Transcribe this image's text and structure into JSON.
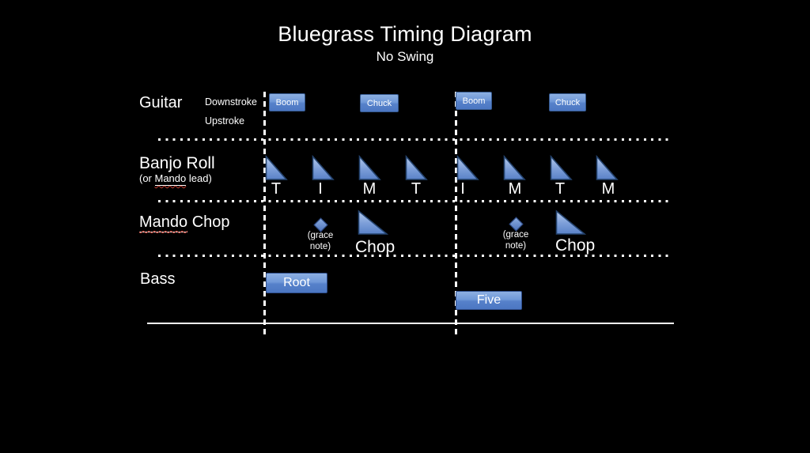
{
  "title": "Bluegrass Timing Diagram",
  "subtitle": "No Swing",
  "colors": {
    "background": "#000000",
    "accent_fill_top": "#8db0e2",
    "accent_fill_bottom": "#4c77c2",
    "accent_border": "#2f4e8c",
    "line": "#ffffff",
    "spellcheck_squiggle": "#c43a2e"
  },
  "guitar": {
    "label": "Guitar",
    "downstroke": "Downstroke",
    "upstroke": "Upstroke",
    "hits": [
      {
        "label": "Boom"
      },
      {
        "label": "Chuck"
      },
      {
        "label": "Boom"
      },
      {
        "label": "Chuck"
      }
    ]
  },
  "banjo": {
    "label": "Banjo Roll",
    "sublabel_prefix": "(or ",
    "sublabel_word": "Mando",
    "sublabel_suffix": " lead)",
    "notes": [
      {
        "finger": "T"
      },
      {
        "finger": "I"
      },
      {
        "finger": "M"
      },
      {
        "finger": "T"
      },
      {
        "finger": "I"
      },
      {
        "finger": "M"
      },
      {
        "finger": "T"
      },
      {
        "finger": "M"
      }
    ]
  },
  "mando": {
    "label_word": "Mando",
    "label_rest": " Chop",
    "groups": [
      {
        "grace_line1": "(grace",
        "grace_line2": "note)",
        "chop_label": "Chop"
      },
      {
        "grace_line1": "(grace",
        "grace_line2": "note)",
        "chop_label": "Chop"
      }
    ]
  },
  "bass": {
    "label": "Bass",
    "notes": [
      {
        "label": "Root"
      },
      {
        "label": "Five"
      }
    ]
  }
}
